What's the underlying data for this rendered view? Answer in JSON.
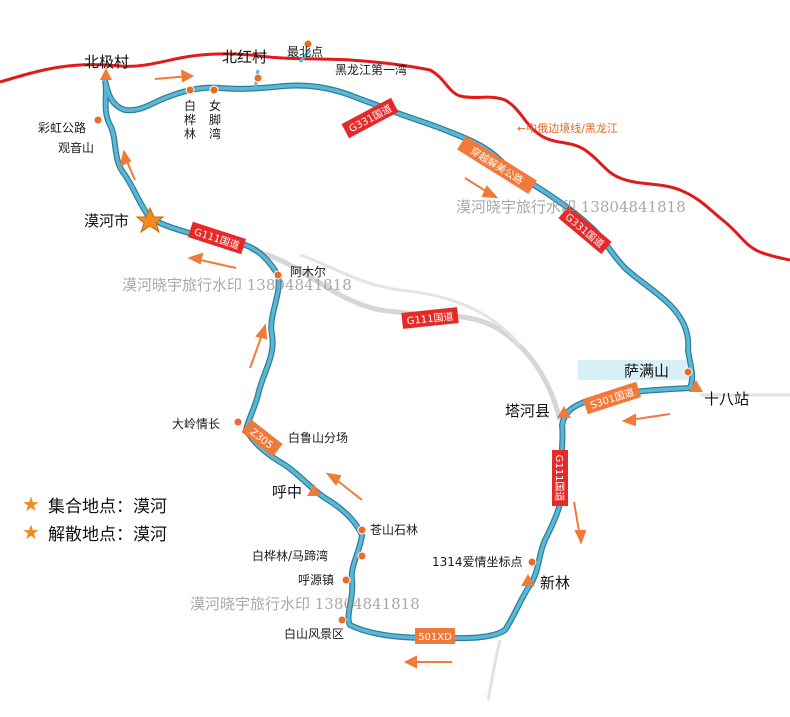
{
  "places": {
    "beiji": "北极村",
    "beihong": "北红村",
    "zuibei": "最北点",
    "heilongjiang_wan": "黑龙江第一湾",
    "baihua": "白桦林",
    "nvjiao": "女脚湾",
    "caihong": "彩虹公路",
    "guanyin": "观音山",
    "mohe": "漠河市",
    "amuer": "阿木尔",
    "saman": "萨满山",
    "shibazhan": "十八站",
    "tahe": "塔河县",
    "daling": "大岭情长",
    "bailu": "白鲁山分场",
    "huzhong": "呼中",
    "cangshan": "苍山石林",
    "baihua_mati": "白桦林/马蹄湾",
    "huyuan": "呼源镇",
    "baishan": "白山风景区",
    "aiqing": "1314爱情坐标点",
    "xinlin": "新林"
  },
  "roads": {
    "g331_a": "G331国道",
    "chuanyue": "穿越解美公路",
    "g331_b": "G331国道",
    "g111_a": "G111国道",
    "g111_b": "G111国道",
    "g111_c": "G111国道",
    "s301": "S301国道",
    "z305": "Z305",
    "x501": "501XD"
  },
  "border_label": "←中俄边境线/黑龙江",
  "watermark": "漠河晓宇旅行水印  13804841818",
  "legend": {
    "gather": "集合地点：漠河",
    "disperse": "解散地点：漠河"
  },
  "colors": {
    "route": "#5bb7d6",
    "route_outline": "#2f7e99",
    "border": "#e11a1a",
    "arrow": "#ef7a3a",
    "badge_red": "#e52a2a",
    "badge_orange": "#ef7a3a",
    "star": "#f08a24",
    "dot": "#ee6a28",
    "grey_road": "#c8c8c8"
  },
  "icons": {
    "start": "star-icon",
    "town": "triangle-marker-icon",
    "poi": "dot-marker-icon",
    "direction": "arrow-icon"
  }
}
